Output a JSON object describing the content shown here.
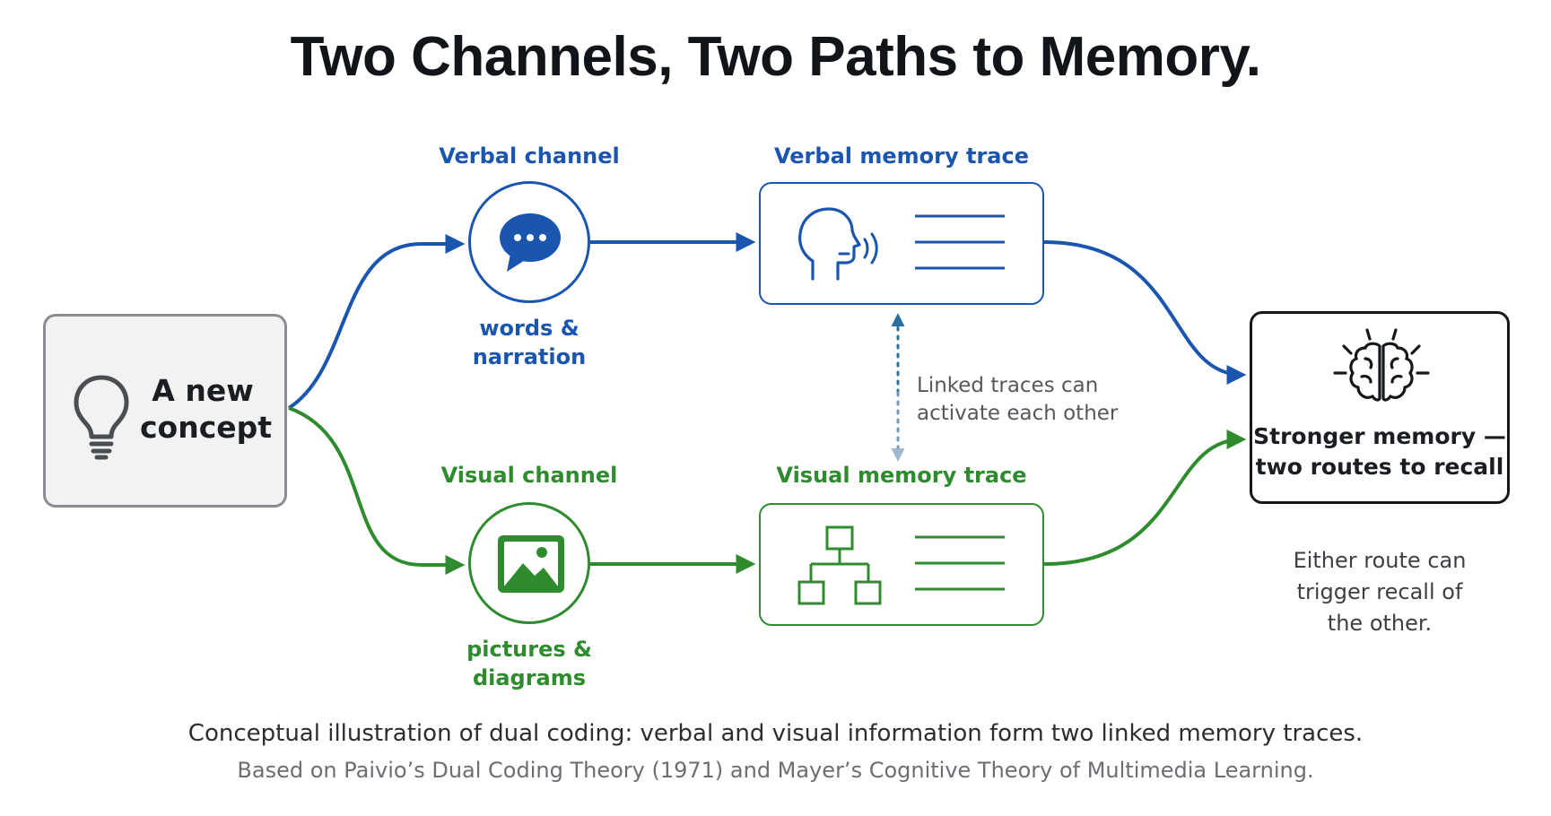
{
  "title": "Two Channels, Two Paths to Memory.",
  "concept": {
    "line1": "A new",
    "line2": "concept",
    "icon": "lightbulb-icon"
  },
  "verbal_channel": {
    "label": "Verbal channel",
    "sub_line1": "words &",
    "sub_line2": "narration",
    "icon": "speech-bubble-icon"
  },
  "visual_channel": {
    "label": "Visual channel",
    "sub_line1": "pictures &",
    "sub_line2": "diagrams",
    "icon": "image-icon"
  },
  "verbal_trace": {
    "label": "Verbal memory trace",
    "icon": "speaking-head-icon"
  },
  "visual_trace": {
    "label": "Visual memory trace",
    "icon": "hierarchy-diagram-icon"
  },
  "link_note": {
    "line1": "Linked traces can",
    "line2": "activate each other"
  },
  "memory": {
    "line1": "Stronger memory —",
    "line2": "two routes to recall",
    "icon": "brain-icon"
  },
  "recall_note": {
    "line1": "Either route can",
    "line2": "trigger recall of",
    "line3": "the other."
  },
  "caption": {
    "line1": "Conceptual illustration of dual coding: verbal and visual information form two linked memory traces.",
    "line2": "Based on Paivio’s Dual Coding Theory (1971) and Mayer’s Cognitive Theory of Multimedia Learning."
  },
  "colors": {
    "verbal": "#1a56b0",
    "visual": "#2e8b2e",
    "link": "#2a6f9e",
    "neutral": "#8a8d91",
    "dark": "#15181b"
  }
}
